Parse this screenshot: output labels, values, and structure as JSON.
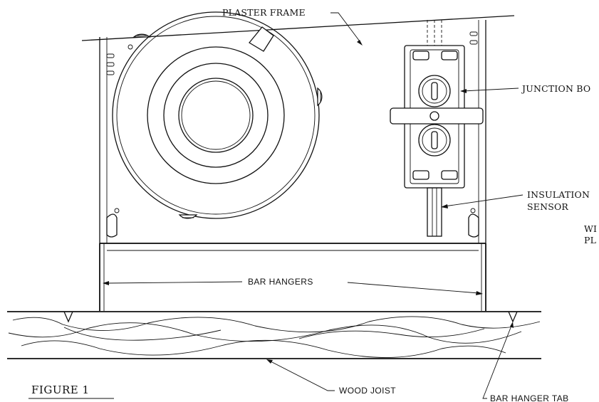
{
  "figure": {
    "caption": "FIGURE 1"
  },
  "labels": {
    "plaster_frame": "PLASTER FRAME",
    "junction_box": "JUNCTION BO",
    "insulation_line1": "INSULATION",
    "insulation_line2": "SENSOR",
    "wire_fragment": "WI",
    "plaster_fragment": "PL",
    "bar_hangers": "BAR HANGERS",
    "wood_joist": "WOOD JOIST",
    "bar_hanger_tab": "BAR HANGER TAB"
  }
}
